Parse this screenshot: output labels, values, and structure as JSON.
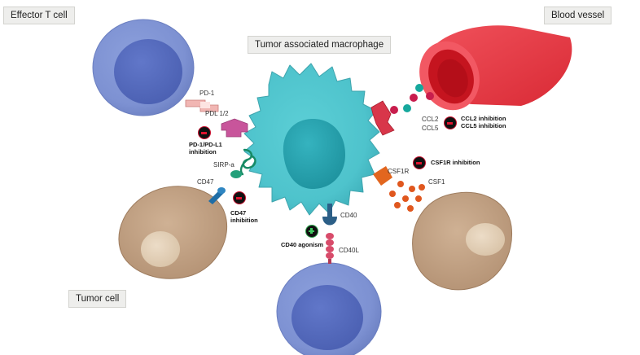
{
  "labels": {
    "effector_t_cell": "Effector T cell",
    "blood_vessel": "Blood vessel",
    "tumor_associated_macrophage": "Tumor associated macrophage",
    "tumor_cell": "Tumor cell"
  },
  "molecules": {
    "pd1": "PD-1",
    "pdl": "PDL 1/2",
    "sirpa": "SIRP-a",
    "cd47": "CD47",
    "ccl2": "CCL2",
    "ccl5": "CCL5",
    "csf1r": "CSF1R",
    "csf1": "CSF1",
    "cd40": "CD40",
    "cd40l": "CD40L"
  },
  "therapies": {
    "pd1_pdl1": [
      "PD-1/PD-L1",
      "inhibition"
    ],
    "cd47": [
      "CD47",
      "inhibition"
    ],
    "ccl": [
      "CCL2 inhibition",
      "CCL5 inhibition"
    ],
    "csf1r": "CSF1R inhibition",
    "cd40": "CD40 agonism"
  },
  "colors": {
    "t_cell": "#8fa3dc",
    "macrophage": "#52c9d2",
    "tumor_cell": "#c8a88a",
    "vessel": "#ec3a46",
    "inhibition": "#e0142f",
    "agonism": "#3ec85f"
  },
  "icons": {
    "inhibition": "minus-circle-icon",
    "agonism": "plus-circle-icon"
  }
}
